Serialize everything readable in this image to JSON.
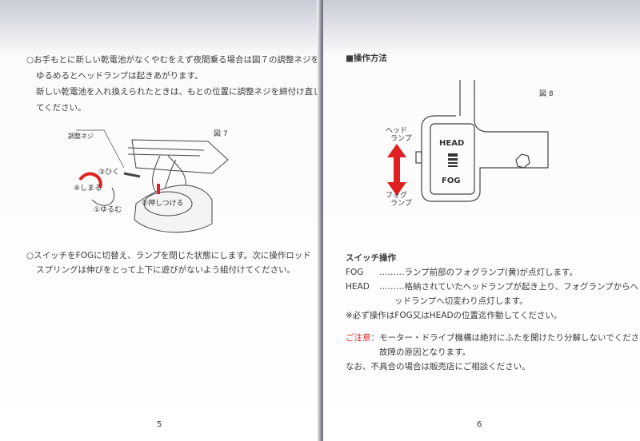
{
  "left_page": {
    "para1": [
      "○お手もとに新しい乾電池がなくやむをえず夜間乗る場合は図７の調整ネジを",
      "ゆるめるとヘッドランプは起きあがります。",
      "新しい乾電池を入れ換えられたときは、もとの位置に調整ネジを締付け直し",
      "てください。"
    ],
    "figure": {
      "caption": "図 7",
      "labels": {
        "screw": "調整ネジ",
        "pull": "③ひく",
        "tighten": "④しまる",
        "loosen": "①ゆるむ",
        "press": "②押しつける"
      }
    },
    "para2": [
      "○スイッチをFOGに切替え、ランプを閉じた状態にします。次に操作ロッド",
      "スプリングは伸びをとって上下に遊びがないよう組付けてください。"
    ],
    "page_number": "5"
  },
  "right_page": {
    "heading": "■操作方法",
    "figure": {
      "caption": "図 8",
      "head_label": [
        "ヘッド",
        "ランプ"
      ],
      "fog_label": [
        "フォグ",
        "ランプ"
      ],
      "switch_head": "HEAD",
      "switch_fog": "FOG"
    },
    "switch_ops": {
      "title": "スイッチ操作",
      "fog_key": "FOG",
      "fog_desc": "………ランプ前部のフォグランプ(黄)が点灯します。",
      "head_key": "HEAD",
      "head_desc": "………格納されていたヘッドランプが起き上り、フォグランプからへ",
      "head_desc2": "ッドランプへ切変わり点灯します。",
      "note": "※必ず操作はFOG又はHEADの位置迄作動してください。"
    },
    "caution": {
      "label": "ご注意",
      "text": "：モーター・ドライブ機構は絶対にふたを開けたり分解しないでください。",
      "text2": "故障の原因となります。",
      "text3": "なお、不具合の場合は販売店にご相談ください。"
    },
    "page_number": "6"
  },
  "colors": {
    "arrow": "#e02020",
    "caution": "#d22222"
  }
}
